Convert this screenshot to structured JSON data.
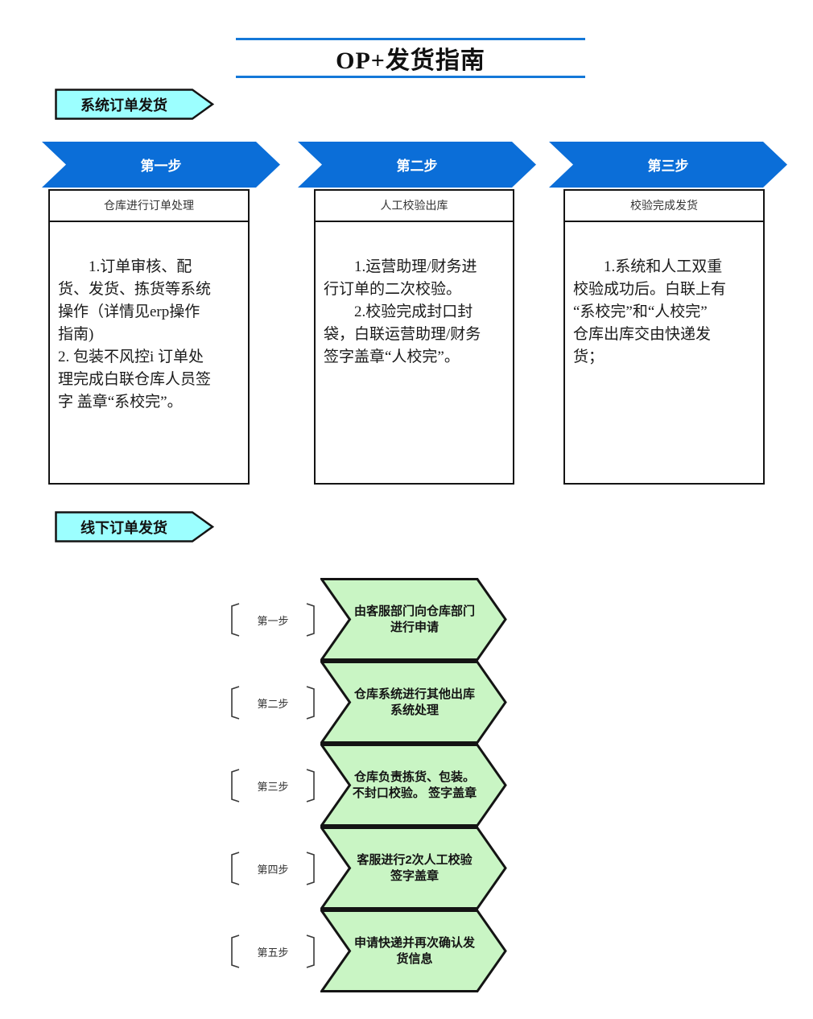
{
  "title": "OP+发货指南",
  "colors": {
    "banner_blue": "#0b6ed8",
    "title_line_blue": "#1478d8",
    "section_cyan": "#9cffff",
    "chevron_green": "#c9f5c4",
    "border_dark": "#141414"
  },
  "system": {
    "label": "系统订单发货",
    "steps": [
      {
        "banner": "第一步",
        "header": "仓库进行订单处理",
        "body": "　　1.订单审核、配\n货、发货、拣货等系统\n操作（详情见erp操作\n指南)\n2. 包装不风控i  订单处\n理完成白联仓库人员签\n字 盖章“系校完”。"
      },
      {
        "banner": "第二步",
        "header": "人工校验出库",
        "body": "　　1.运营助理/财务进\n行订单的二次校验。\n　　2.校验完成封口封\n袋，白联运营助理/财务\n签字盖章“人校完”。"
      },
      {
        "banner": "第三步",
        "header": "校验完成发货",
        "body": "　　1.系统和人工双重\n校验成功后。白联上有\n“系校完”和“人校完”\n仓库出库交由快递发\n货；"
      }
    ]
  },
  "offline": {
    "label": "线下订单发货",
    "steps": [
      {
        "step": "第一步",
        "text": "由客服部门向仓库部门\n进行申请"
      },
      {
        "step": "第二步",
        "text": "仓库系统进行其他出库\n系统处理"
      },
      {
        "step": "第三步",
        "text": "仓库负责拣货、包装。\n不封口校验。 签字盖章"
      },
      {
        "step": "第四步",
        "text": "客服进行2次人工校验\n签字盖章"
      },
      {
        "step": "第五步",
        "text": "申请快递并再次确认发\n货信息"
      }
    ]
  }
}
